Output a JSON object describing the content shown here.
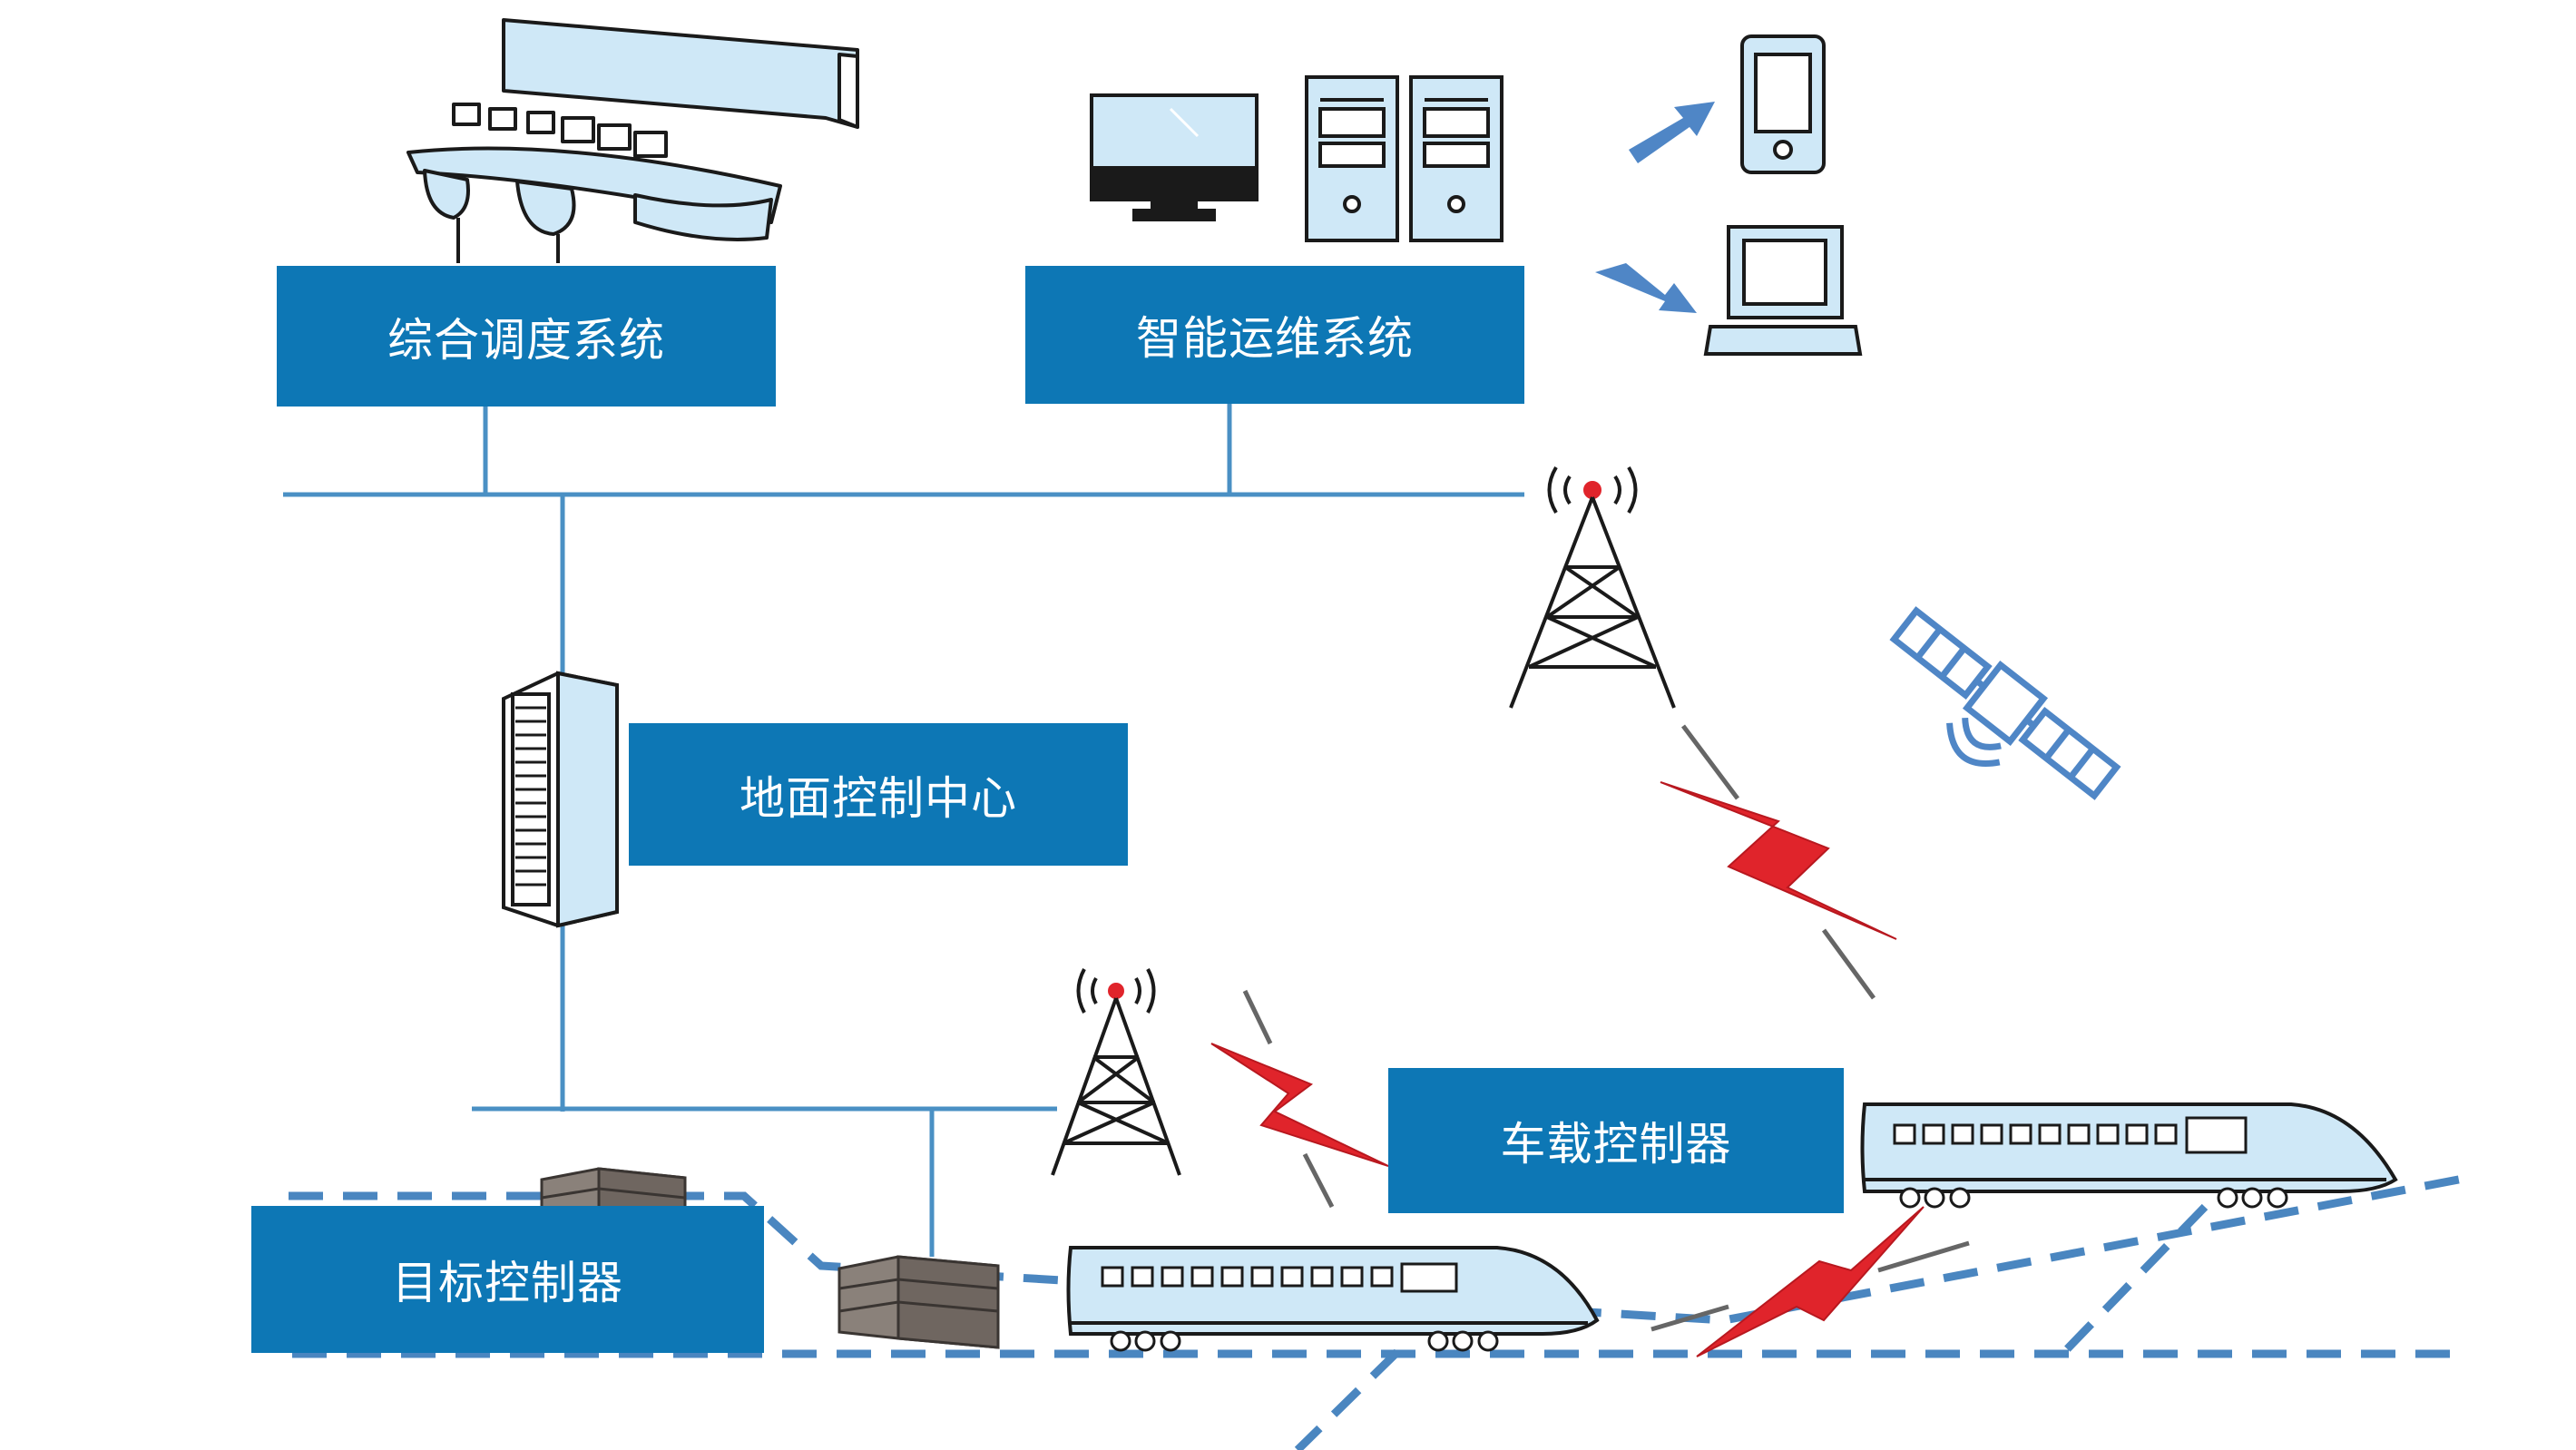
{
  "boxes": {
    "dispatch": "综合调度系统",
    "ops": "智能运维系统",
    "ground": "地面控制中心",
    "onboard": "车载控制器",
    "target": "目标控制器"
  },
  "colors": {
    "box_fill": "#0d77b5",
    "line": "#4a90c4",
    "track_dash": "#4a86c0",
    "icon_fill_light": "#cfe8f7",
    "arrow": "#4f86c6",
    "lightning": "#e0242b",
    "outline": "#1a1a1a",
    "object_brown": "#7a6f68"
  },
  "icons": [
    "dispatch-console-icon",
    "monitor-icon",
    "server-tower-icon",
    "smartphone-icon",
    "laptop-icon",
    "arrow-icon",
    "radio-tower-icon",
    "satellite-icon",
    "server-rack-icon",
    "trackside-object-icon",
    "train-icon",
    "lightning-icon"
  ]
}
